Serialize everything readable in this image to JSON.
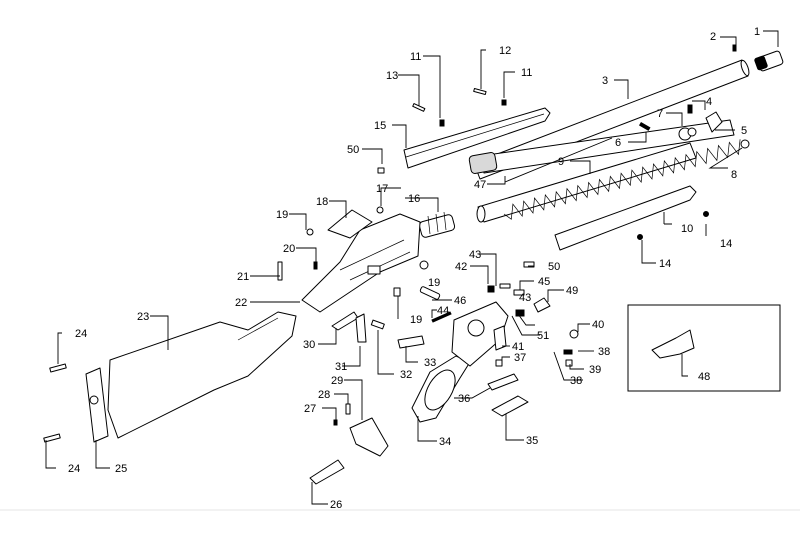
{
  "labels": {
    "p1": "1",
    "p2": "2",
    "p3": "3",
    "p4": "4",
    "p5": "5",
    "p6": "6",
    "p7": "7",
    "p8": "8",
    "p9": "9",
    "p10": "10",
    "p11a": "11",
    "p11b": "11",
    "p12": "12",
    "p13": "13",
    "p14a": "14",
    "p14b": "14",
    "p15": "15",
    "p16": "16",
    "p17": "17",
    "p18": "18",
    "p19a": "19",
    "p19b": "19",
    "p19c": "19",
    "p20": "20",
    "p21": "21",
    "p22": "22",
    "p23": "23",
    "p24a": "24",
    "p24b": "24",
    "p25": "25",
    "p26": "26",
    "p27": "27",
    "p28": "28",
    "p29": "29",
    "p30": "30",
    "p31": "31",
    "p32": "32",
    "p33": "33",
    "p34": "34",
    "p35": "35",
    "p36": "36",
    "p37": "37",
    "p38a": "38",
    "p38b": "38",
    "p39": "39",
    "p40": "40",
    "p41": "41",
    "p42": "42",
    "p43a": "43",
    "p43b": "43",
    "p44": "44",
    "p45": "45",
    "p46": "46",
    "p47": "47",
    "p48": "48",
    "p49": "49",
    "p50a": "50",
    "p50b": "50",
    "p51": "51"
  }
}
